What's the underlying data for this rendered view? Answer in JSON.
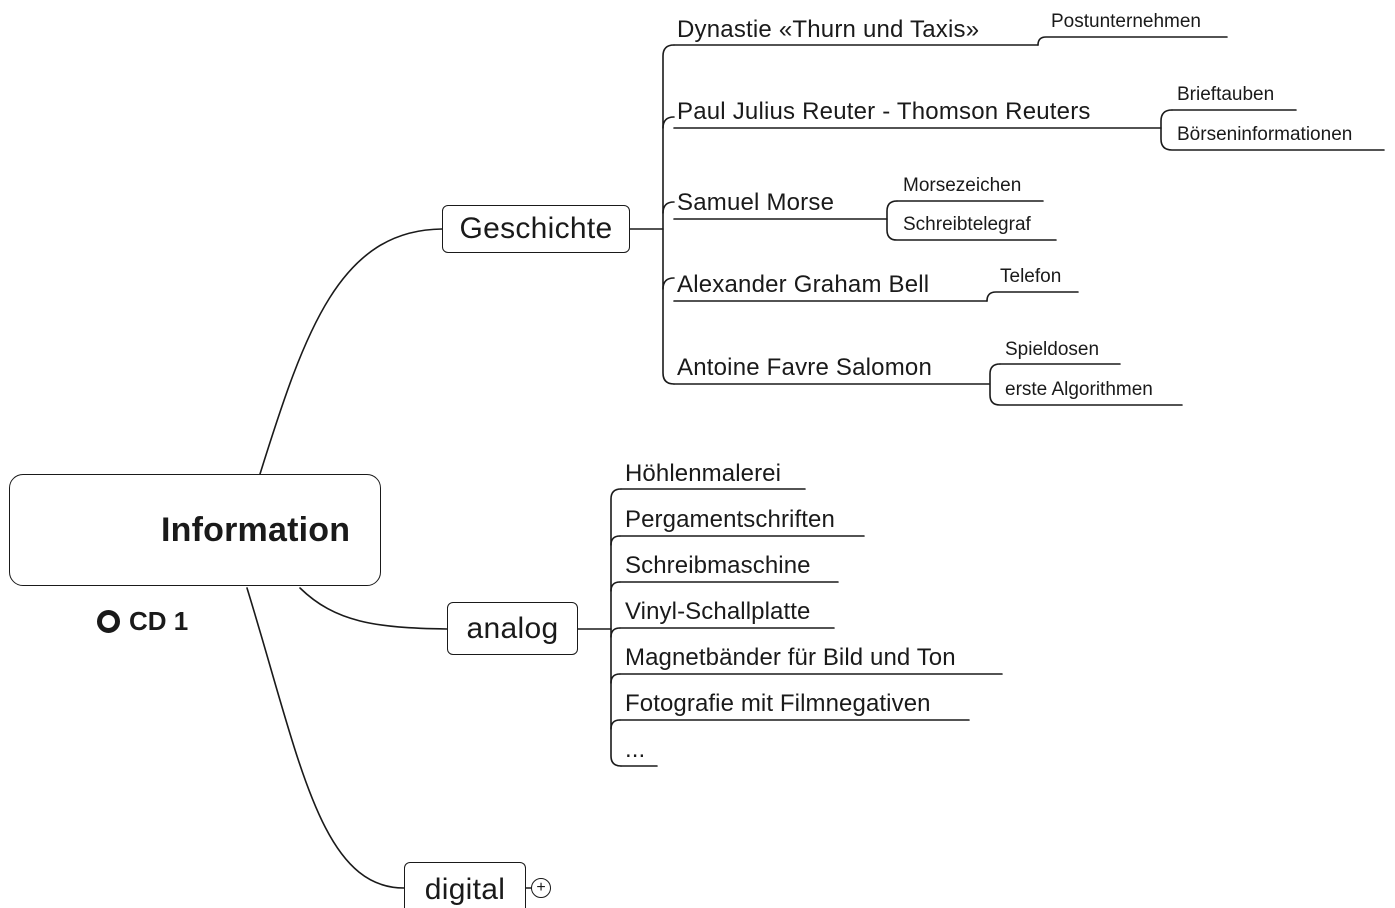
{
  "root": {
    "label": "Information",
    "marker": "CD 1",
    "icon": "info-cube-icon"
  },
  "branches": {
    "geschichte": {
      "label": "Geschichte",
      "children": [
        {
          "label": "Dynastie «Thurn und Taxis»",
          "children": [
            "Postunternehmen"
          ]
        },
        {
          "label": "Paul Julius Reuter - Thomson Reuters",
          "children": [
            "Brieftauben",
            "Börseninformationen"
          ]
        },
        {
          "label": "Samuel Morse",
          "children": [
            "Morsezeichen",
            "Schreibtelegraf"
          ]
        },
        {
          "label": "Alexander Graham Bell",
          "children": [
            "Telefon"
          ]
        },
        {
          "label": "Antoine Favre Salomon",
          "children": [
            "Spieldosen",
            "erste Algorithmen"
          ]
        }
      ]
    },
    "analog": {
      "label": "analog",
      "children": [
        "Höhlenmalerei",
        "Pergamentschriften",
        "Schreibmaschine",
        "Vinyl-Schallplatte",
        "Magnetbänder für Bild und Ton",
        "Fotografie mit Filmnegativen",
        "..."
      ]
    },
    "digital": {
      "label": "digital",
      "collapsed_indicator": "+"
    }
  }
}
